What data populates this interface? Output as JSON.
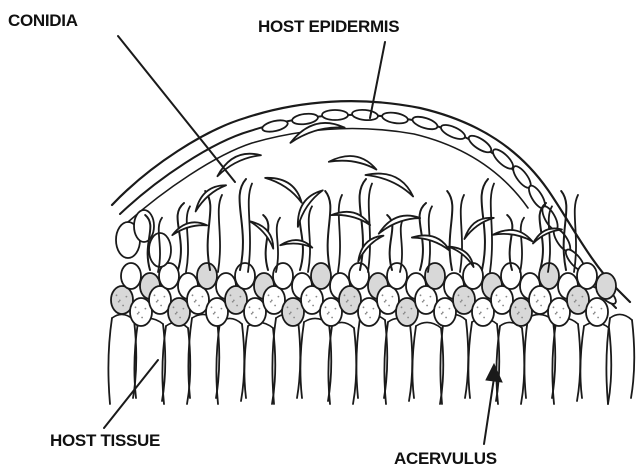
{
  "labels": {
    "conidia": "CONIDIA",
    "host_epidermis": "HOST EPIDERMIS",
    "host_tissue": "HOST TISSUE",
    "acervulus": "ACERVULUS"
  },
  "colors": {
    "ink": "#1a1a1a",
    "stipple": "#8a8a8a",
    "background": "#ffffff"
  }
}
